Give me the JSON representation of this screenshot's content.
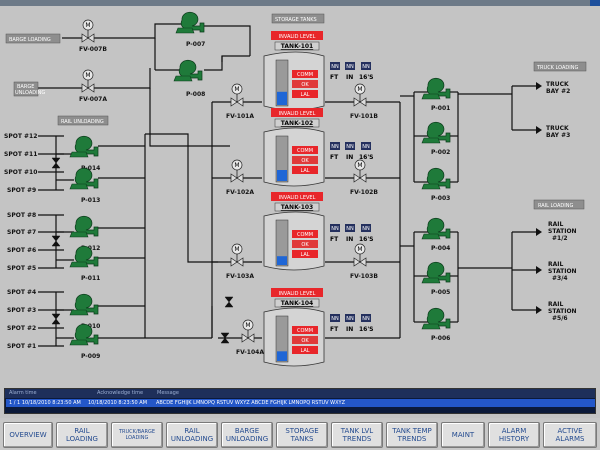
{
  "labels": {
    "storage_tanks": "STORAGE TANKS",
    "barge_loading": "BARGE LOADING",
    "barge_unloading_1": "BARGE",
    "barge_unloading_2": "UNLOADING",
    "rail_unloading": "RAIL UNLOADING",
    "truck_loading": "TRUCK LOADING",
    "rail_loading": "RAIL LOADING"
  },
  "valves": {
    "fv007b": "FV-007B",
    "fv007a": "FV-007A",
    "fv101a": "FV-101A",
    "fv101b": "FV-101B",
    "fv102a": "FV-102A",
    "fv102b": "FV-102B",
    "fv103a": "FV-103A",
    "fv103b": "FV-103B",
    "fv104a": "FV-104A",
    "motor": "M"
  },
  "pumps": {
    "p007": "P-007",
    "p008": "P-008",
    "p014": "P-014",
    "p013": "P-013",
    "p012": "P-012",
    "p011": "P-011",
    "p010": "P-010",
    "p009": "P-009",
    "p001": "P-001",
    "p002": "P-002",
    "p003": "P-003",
    "p004": "P-004",
    "p005": "P-005",
    "p006": "P-006"
  },
  "spots": {
    "s12": "SPOT #12",
    "s11": "SPOT #11",
    "s10": "SPOT #10",
    "s9": "SPOT #9",
    "s8": "SPOT #8",
    "s7": "SPOT #7",
    "s6": "SPOT #6",
    "s5": "SPOT #5",
    "s4": "SPOT #4",
    "s3": "SPOT #3",
    "s2": "SPOT #2",
    "s1": "SPOT #1"
  },
  "destinations": {
    "truck2_1": "TRUCK",
    "truck2_2": "BAY #2",
    "truck3_1": "TRUCK",
    "truck3_2": "BAY #3",
    "rail12_1": "RAIL",
    "rail12_2": "STATION",
    "rail12_3": "#1/2",
    "rail34_1": "RAIL",
    "rail34_2": "STATION",
    "rail34_3": "#3/4",
    "rail56_1": "RAIL",
    "rail56_2": "STATION",
    "rail56_3": "#5/6"
  },
  "tanks": {
    "invalid": "INVALID LEVEL",
    "t101": "TANK-101",
    "t102": "TANK-102",
    "t103": "TANK-103",
    "t104": "TANK-104",
    "comm": "COMM",
    "ok": "OK",
    "lal": "LAL",
    "nn": "NN",
    "ft": "FT",
    "in": "IN",
    "sixteenths": "16'S"
  },
  "tank_levels": {
    "t101": 0.3,
    "t102": 0.25,
    "t103": 0.2,
    "t104": 0.22
  },
  "alarm": {
    "col_time": "Alarm time",
    "col_ack": "Acknowledge time",
    "col_msg": "Message",
    "row_time": "1 / 1 10/18/2010 8:23:50 AM",
    "row_ack": "10/18/2010 8:23:50 AM",
    "row_msg": "ABCDE FGHIJK LMNOPQ RSTUV WXYZ ABCDE FGHIJK LMNOPQ RSTUV WXYZ"
  },
  "nav": {
    "overview": "OVERVIEW",
    "rail_loading": "RAIL\nLOADING",
    "truck_barge_loading": "TRUCK/BARGE\nLOADING",
    "rail_unloading": "RAIL\nUNLOADING",
    "barge_unloading": "BARGE\nUNLOADING",
    "storage_tanks": "STORAGE\nTANKS",
    "tank_lvl_trends": "TANK LVL\nTRENDS",
    "tank_temp_trends": "TANK TEMP\nTRENDS",
    "maint": "MAINT",
    "alarm_history": "ALARM\nHISTORY",
    "active_alarms": "ACTIVE\nALARMS"
  },
  "colors": {
    "pump_green": "#1f7a3a",
    "alarm_red": "#e8262a",
    "ok_red": "#e03a3a",
    "level_blue": "#1f66d6",
    "nav_text": "#234a8f"
  }
}
